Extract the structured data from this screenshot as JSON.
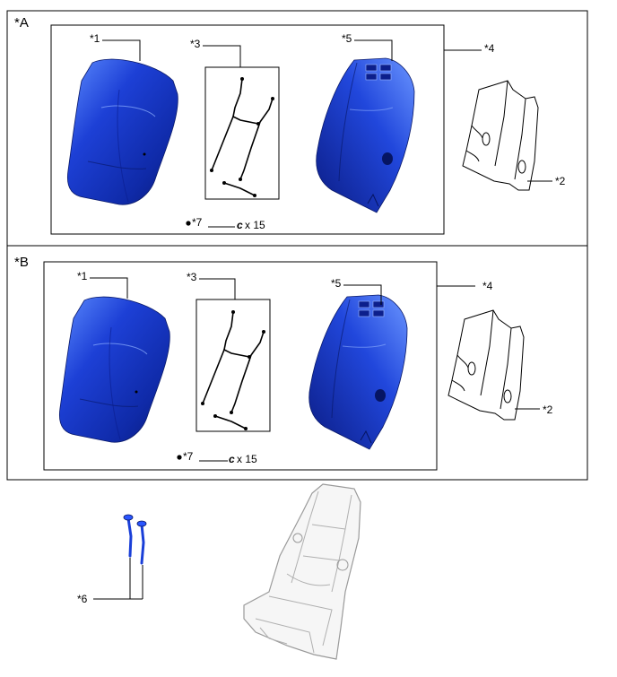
{
  "sections": [
    {
      "id": "A",
      "label": "*A",
      "callouts": {
        "c1": "*1",
        "c2": "*2",
        "c3": "*3",
        "c4": "*4",
        "c5": "*5",
        "c7": "*7"
      },
      "clip_qty": "x 15"
    },
    {
      "id": "B",
      "label": "*B",
      "callouts": {
        "c1": "*1",
        "c2": "*2",
        "c3": "*3",
        "c4": "*4",
        "c5": "*5",
        "c7": "*7"
      },
      "clip_qty": "x 15"
    }
  ],
  "bottom": {
    "c6": "*6"
  },
  "clip_symbol": "c",
  "colors": {
    "cushion": "#1433c8",
    "cushion_light": "#4a7cff",
    "cushion_dark": "#0a1a7a"
  }
}
